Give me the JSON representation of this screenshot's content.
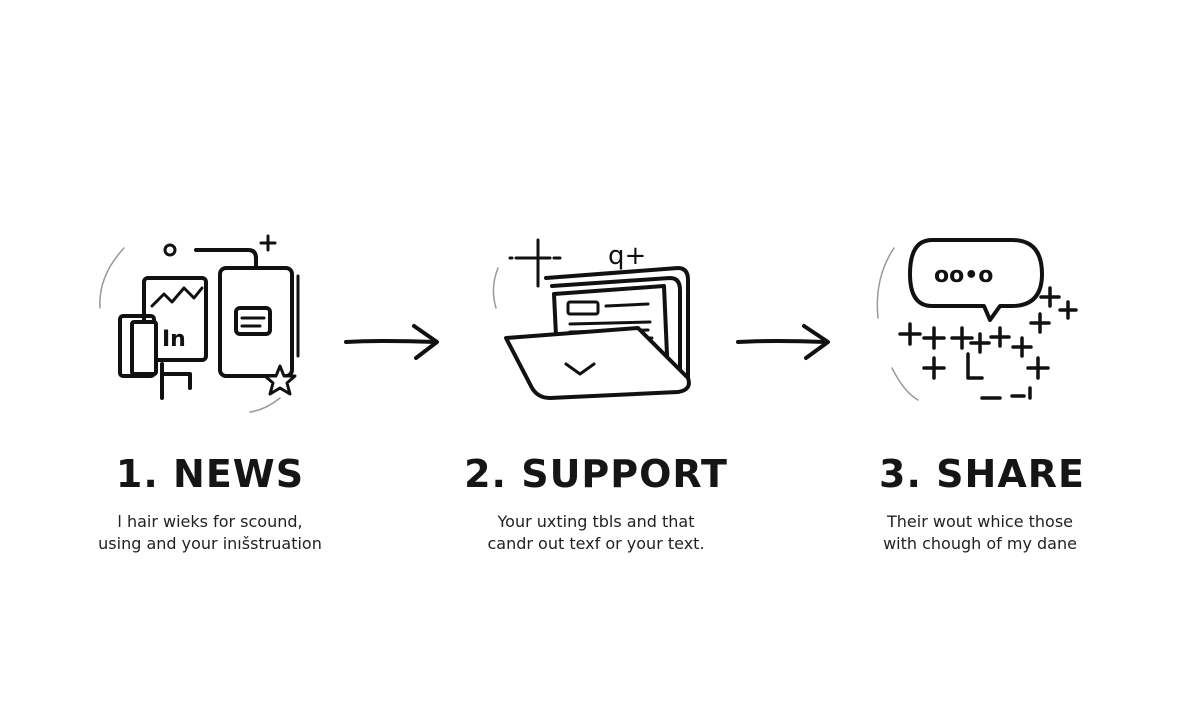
{
  "steps": [
    {
      "title": "1. NEWS",
      "description": [
        "l hair wieks for scound,",
        "using and your inıšstruation"
      ],
      "icon": "news-feed-icon",
      "icon_text": "In"
    },
    {
      "title": "2. SUPPORT",
      "description": [
        "Your uxting tbls and that",
        "candr out texf or your text."
      ],
      "icon": "folder-icon"
    },
    {
      "title": "3. SHARE",
      "description": [
        "Their wout whice those",
        "with chough of my dane"
      ],
      "icon": "share-bubble-icon",
      "icon_text": "oo•o"
    }
  ],
  "connectors": [
    "arrow-right-icon",
    "arrow-right-icon"
  ],
  "colors": {
    "ink": "#111111",
    "background": "#ffffff"
  }
}
